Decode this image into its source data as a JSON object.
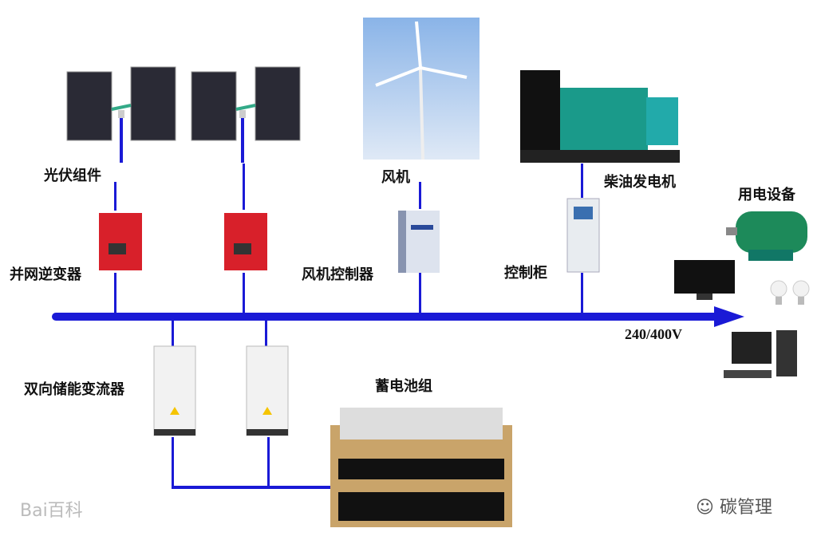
{
  "labels": {
    "pv": "光伏组件",
    "grid_inverter": "并网逆变器",
    "wind": "风机",
    "wind_controller": "风机控制器",
    "diesel": "柴油发电机",
    "control_cabinet": "控制柜",
    "loads": "用电设备",
    "voltage": "240/400V",
    "pcs": "双向储能变流器",
    "battery": "蓄电池组"
  },
  "watermarks": {
    "baidu": "Bai百科",
    "wechat": "碳管理"
  },
  "colors": {
    "bus": "#1a1ad6"
  }
}
